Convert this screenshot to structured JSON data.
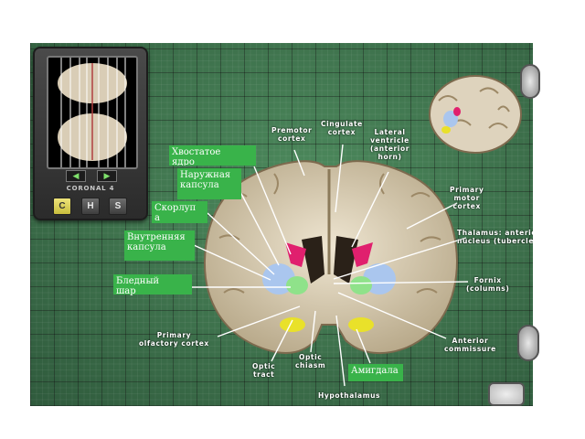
{
  "navigator": {
    "view_label": "CORONAL 4",
    "prev_icon": "◀",
    "next_icon": "▶",
    "view_buttons": [
      {
        "label": "C",
        "active": true
      },
      {
        "label": "H",
        "active": false
      },
      {
        "label": "S",
        "active": false
      }
    ]
  },
  "anatomy_labels": {
    "premotor_cortex": "Premotor\ncortex",
    "cingulate_cortex": "Cingulate\ncortex",
    "lateral_ventricle": "Lateral\nventricle\n(anterior\nhorn)",
    "primary_motor_cortex": "Primary\nmotor\ncortex",
    "thalamus": "Thalamus: anterior\nnucleus (tubercle)",
    "fornix": "Fornix\n(columns)",
    "primary_olfactory_cortex": "Primary\nolfactory cortex",
    "optic_tract": "Optic\ntract",
    "optic_chiasm": "Optic\nchiasm",
    "hypothalamus": "Hypothalamus",
    "anterior_commissure": "Anterior\ncommissure"
  },
  "russian_tags": {
    "caudate": "Хвостатое\nядро",
    "external_capsule": "Наружная\nкапсула",
    "putamen": "Скорлуп\nа",
    "internal_capsule": "Внутренняя\nкапсула",
    "globus_pallidus": "Бледный\nшар",
    "amygdala": "Амигдала"
  },
  "colors": {
    "board": "#3a6b47",
    "tag_green": "#39b34a",
    "caudate_magenta": "#e0206e",
    "putamen_blue": "#aac6ee",
    "pallidus_green": "#8fe28a",
    "amygdala_yellow": "#e9e12a"
  }
}
